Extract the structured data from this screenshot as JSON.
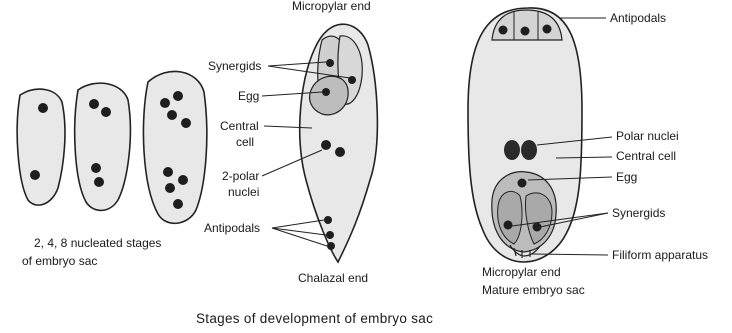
{
  "title": "Stages of development of embryo sac",
  "early_stages": {
    "caption_line1": "2, 4, 8 nucleated stages",
    "caption_line2": "of embryo sac"
  },
  "developing_sac": {
    "top_label": "Micropylar end",
    "bottom_label": "Chalazal end",
    "synergids": "Synergids",
    "egg": "Egg",
    "central_cell_line1": "Central",
    "central_cell_line2": "cell",
    "polar_nuclei_line1": "2-polar",
    "polar_nuclei_line2": "nuclei",
    "antipodals": "Antipodals"
  },
  "mature_sac": {
    "antipodals": "Antipodals",
    "polar_nuclei": "Polar nuclei",
    "central_cell": "Central cell",
    "egg": "Egg",
    "synergids": "Synergids",
    "filiform_apparatus": "Filiform apparatus",
    "bottom_label_line1": "Micropylar end",
    "bottom_label_line2": "Mature embryo sac"
  }
}
